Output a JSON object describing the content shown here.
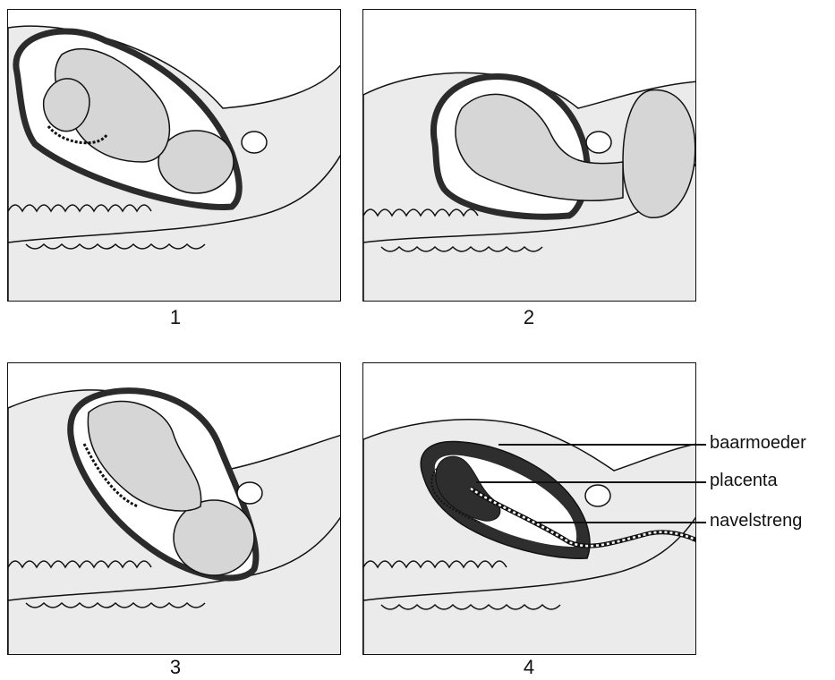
{
  "panels": [
    {
      "number": "1"
    },
    {
      "number": "2"
    },
    {
      "number": "3"
    },
    {
      "number": "4"
    }
  ],
  "labels": {
    "uterus": "baarmoeder",
    "placenta": "placenta",
    "umbilical_cord": "navelstreng"
  },
  "colors": {
    "body_fill": "#ebebeb",
    "uterus_wall": "#2b2b2b",
    "fetus_fill": "#d6d6d6",
    "placenta": "#2e2e2e",
    "line": "#111111"
  }
}
